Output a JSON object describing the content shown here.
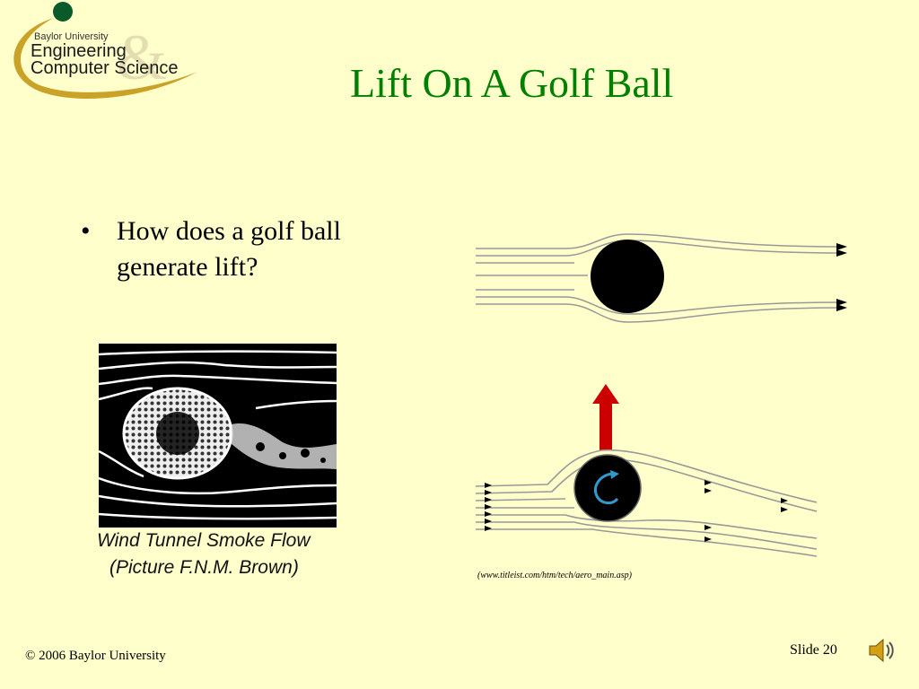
{
  "logo": {
    "university": "Baylor University",
    "line1": "Engineering",
    "line2": "Computer Science"
  },
  "title": "Lift On A Golf Ball",
  "bullet": {
    "marker": "•",
    "text": "How does a golf ball generate lift?"
  },
  "smoke_figure": {
    "caption_line1": "Wind Tunnel Smoke Flow",
    "caption_line2": "(Picture F.N.M. Brown)"
  },
  "source": "(www.titleist.com/htm/tech/aero_main.asp)",
  "footer": {
    "copyright": "© 2006 Baylor University",
    "slide_label": "Slide 20"
  },
  "colors": {
    "background": "#ffffcc",
    "title": "#008000",
    "lift_arrow": "#cc0000",
    "spin_arrow": "#3399cc"
  },
  "icons": {
    "speaker": "speaker-icon"
  }
}
